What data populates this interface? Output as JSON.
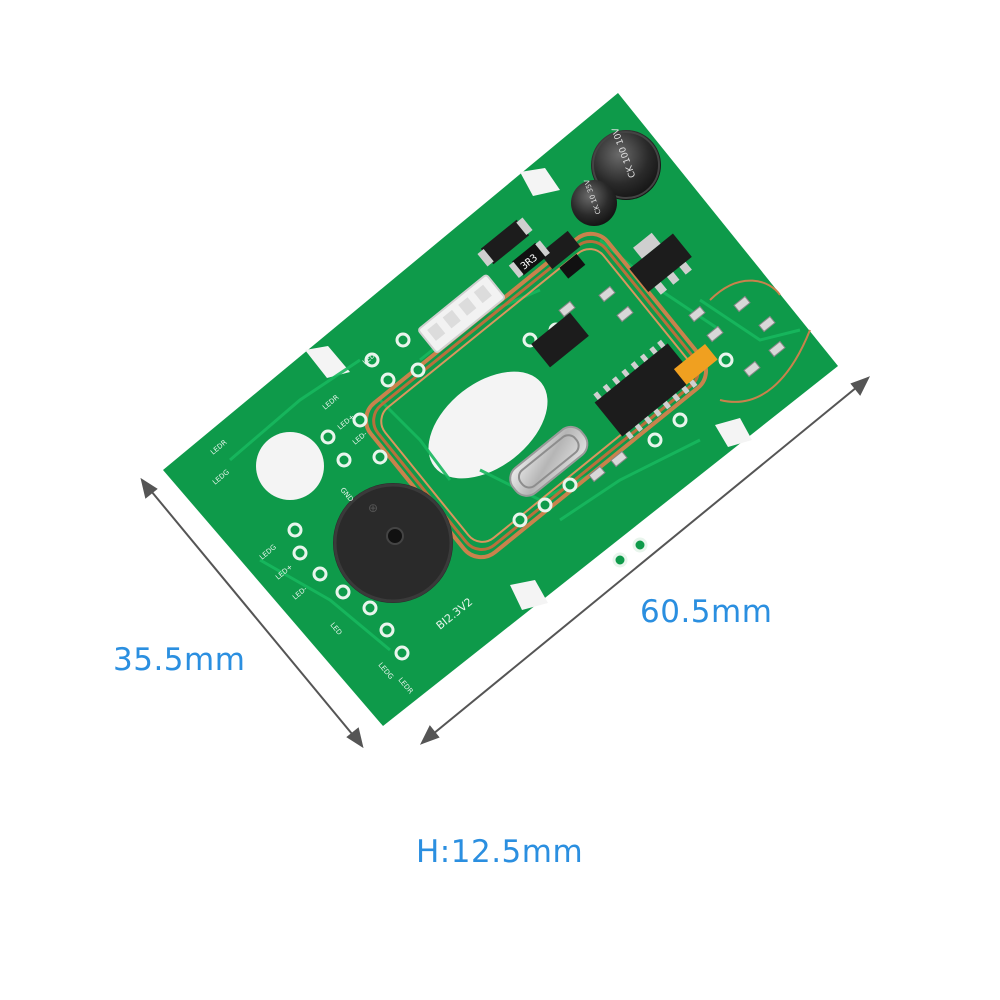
{
  "dimensions": {
    "length": "60.5mm",
    "width": "35.5mm",
    "height": "H:12.5mm"
  },
  "colors": {
    "label": "#2b8fe0",
    "dimension_line": "#555555",
    "pcb_green": "#0e9a4a",
    "pcb_trace": "#14b35a",
    "silkscreen": "#e8f5ec",
    "copper_coil": "#c9824c",
    "buzzer": "#2a2a2a",
    "crystal": "#c9c9c9",
    "ic": "#1c1c1c",
    "connector": "#f2f2f2"
  },
  "board_text": {
    "cap_large": "CK 100 10V",
    "cap_small": "CK 10 35V",
    "resistor": "3R3",
    "version": "BI2.3V2",
    "pad_labels": [
      "LEDR",
      "LEDG",
      "LED+",
      "LED-",
      "LED",
      "GND",
      "LEDR",
      "LEDG",
      "LED+",
      "LED-",
      "LED",
      "LEDG",
      "LEDR"
    ]
  }
}
